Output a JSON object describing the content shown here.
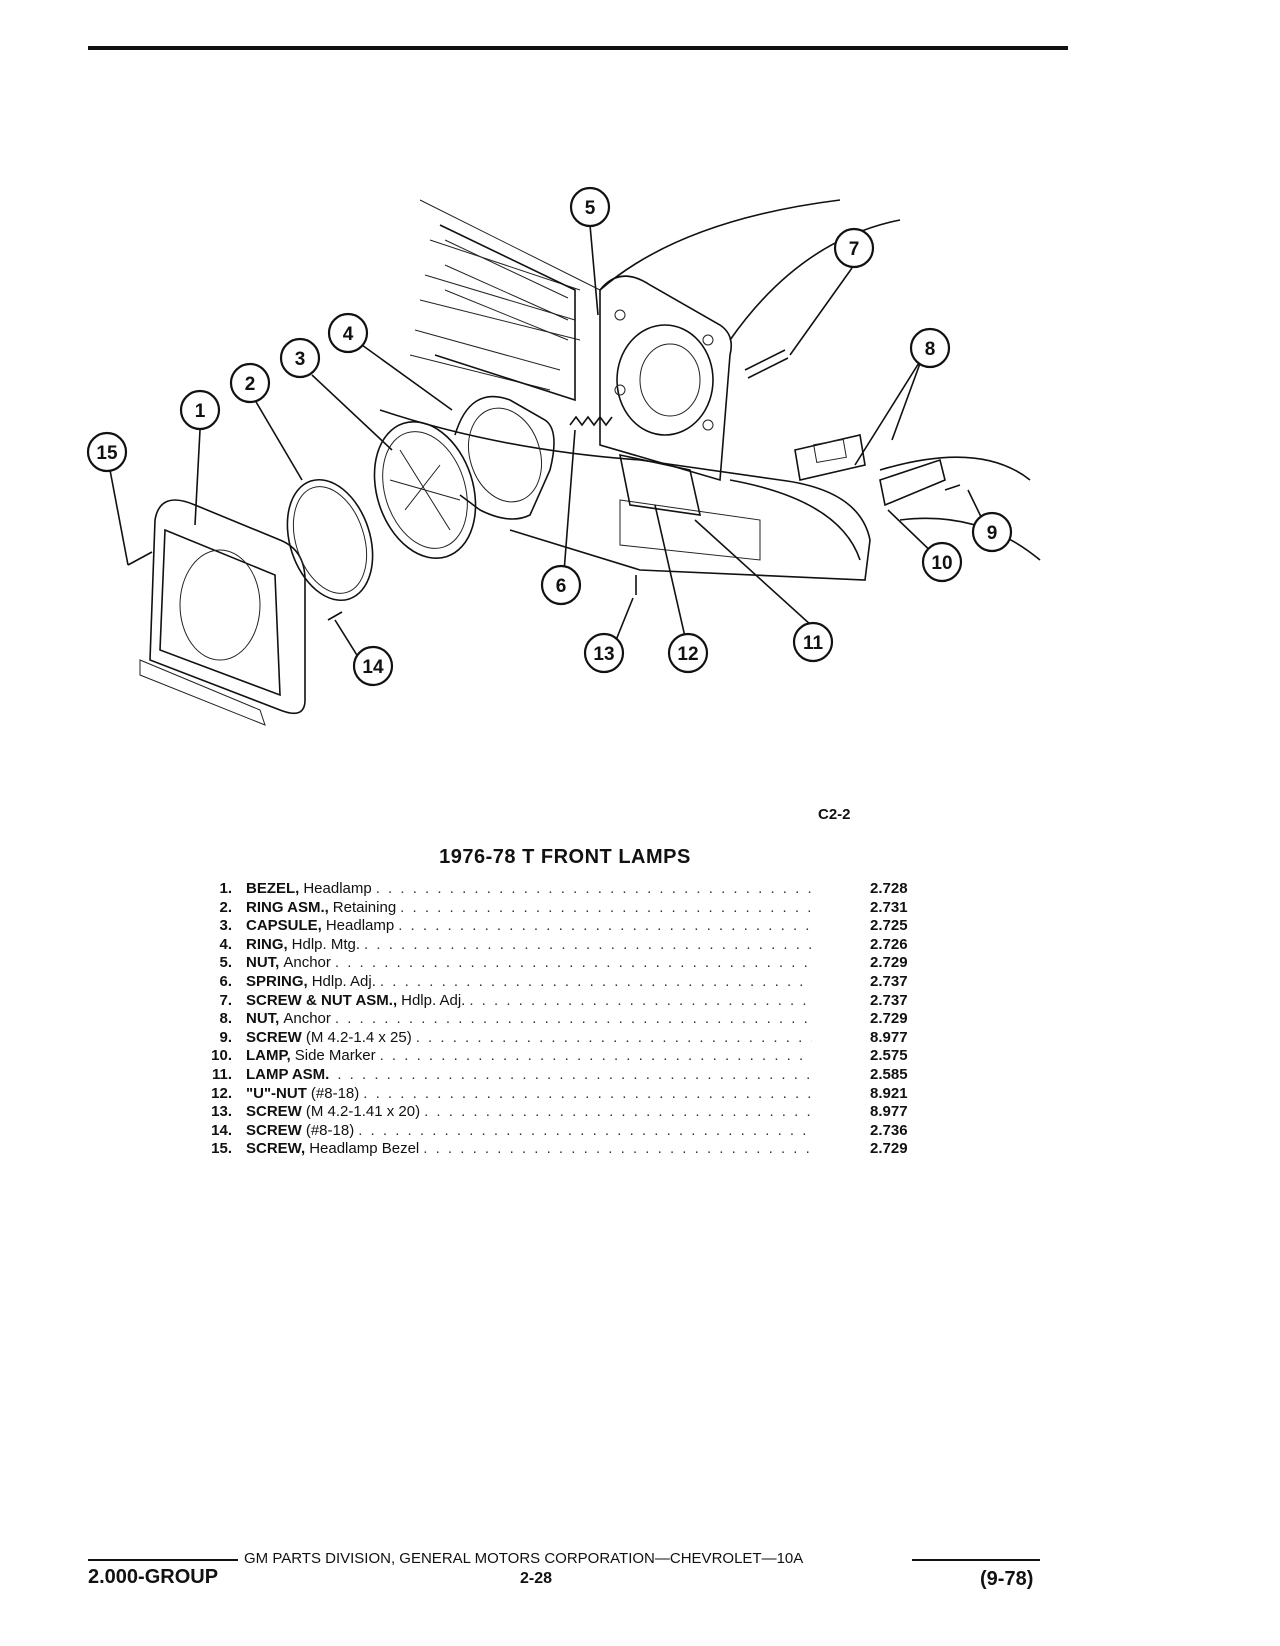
{
  "figure": {
    "code": "C2-2",
    "callouts": [
      "1",
      "2",
      "3",
      "4",
      "5",
      "6",
      "7",
      "8",
      "9",
      "10",
      "11",
      "12",
      "13",
      "14",
      "15"
    ]
  },
  "title": "1976-78 T FRONT LAMPS",
  "parts": [
    {
      "num": "1.",
      "name": "BEZEL,",
      "desc": "Headlamp",
      "code": "2.728"
    },
    {
      "num": "2.",
      "name": "RING ASM.,",
      "desc": "Retaining",
      "code": "2.731"
    },
    {
      "num": "3.",
      "name": "CAPSULE,",
      "desc": "Headlamp",
      "code": "2.725"
    },
    {
      "num": "4.",
      "name": "RING,",
      "desc": "Hdlp. Mtg.",
      "code": "2.726"
    },
    {
      "num": "5.",
      "name": "NUT,",
      "desc": "Anchor",
      "code": "2.729"
    },
    {
      "num": "6.",
      "name": "SPRING,",
      "desc": "Hdlp. Adj.",
      "code": "2.737"
    },
    {
      "num": "7.",
      "name": "SCREW & NUT ASM.,",
      "desc": "Hdlp. Adj.",
      "code": "2.737"
    },
    {
      "num": "8.",
      "name": "NUT,",
      "desc": "Anchor",
      "code": "2.729"
    },
    {
      "num": "9.",
      "name": "SCREW",
      "desc": "(M 4.2-1.4 x 25)",
      "code": "8.977"
    },
    {
      "num": "10.",
      "name": "LAMP,",
      "desc": "Side Marker",
      "code": "2.575"
    },
    {
      "num": "11.",
      "name": "LAMP ASM.",
      "desc": "",
      "code": "2.585"
    },
    {
      "num": "12.",
      "name": "\"U\"-NUT",
      "desc": "(#8-18)",
      "code": "8.921"
    },
    {
      "num": "13.",
      "name": "SCREW",
      "desc": "(M 4.2-1.41 x 20)",
      "code": "8.977"
    },
    {
      "num": "14.",
      "name": "SCREW",
      "desc": "(#8-18)",
      "code": "2.736"
    },
    {
      "num": "15.",
      "name": "SCREW,",
      "desc": "Headlamp Bezel",
      "code": "2.729"
    }
  ],
  "footer": {
    "division": "GM PARTS DIVISION, GENERAL MOTORS CORPORATION—CHEVROLET—10A",
    "group": "2.000-GROUP",
    "page": "2-28",
    "date": "(9-78)"
  }
}
